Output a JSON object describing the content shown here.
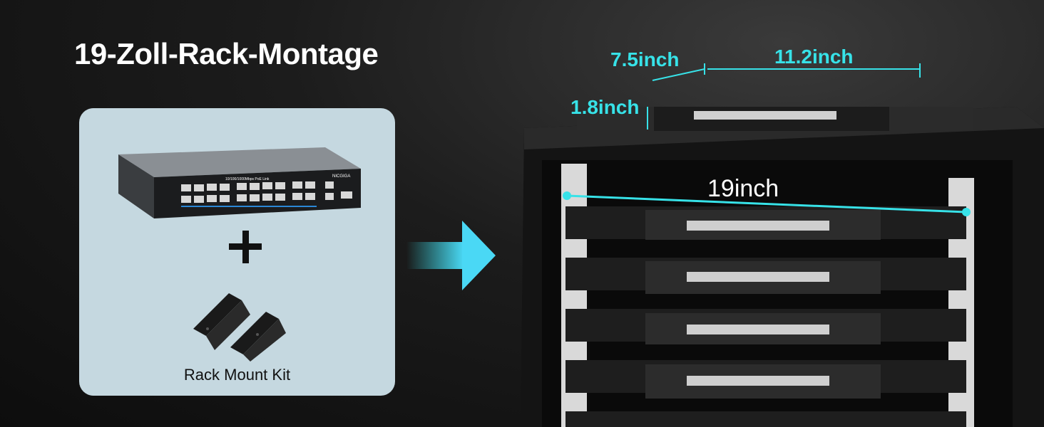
{
  "title": "19-Zoll-Rack-Montage",
  "kit": {
    "label": "Rack Mount Kit",
    "switch_brand": "NICGIGA",
    "switch_model_text": "10/100/1000Mbps PoE Link"
  },
  "dimensions": {
    "depth": "7.5inch",
    "width": "11.2inch",
    "height": "1.8inch",
    "rack_width": "19inch"
  },
  "colors": {
    "accent": "#37e2e8",
    "card_bg": "#c5d8e0"
  }
}
